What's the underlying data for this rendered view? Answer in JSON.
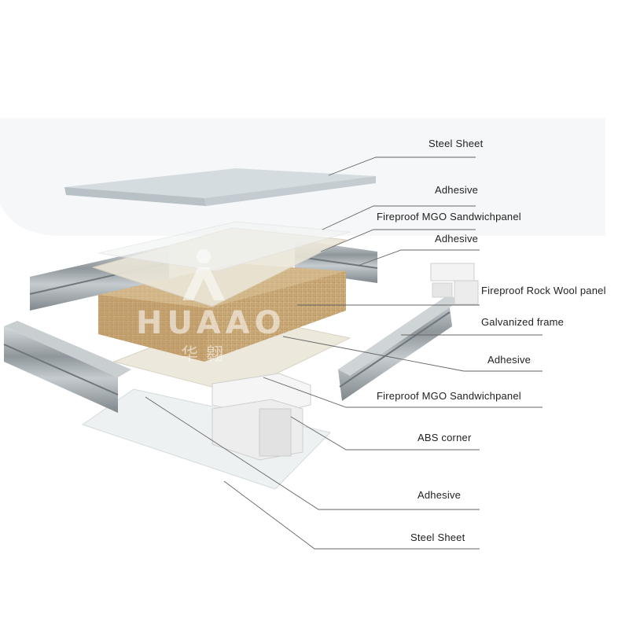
{
  "labels": {
    "steel_sheet_top": "Steel Sheet",
    "adhesive_1": "Adhesive",
    "mgo_top": "Fireproof MGO Sandwichpanel",
    "adhesive_2": "Adhesive",
    "rock_wool": "Fireproof Rock Wool panel",
    "galvanized_frame": "Galvanized frame",
    "adhesive_3": "Adhesive",
    "mgo_bottom": "Fireproof MGO Sandwichpanel",
    "abs_corner": "ABS corner",
    "adhesive_4": "Adhesive",
    "steel_sheet_bottom": "Steel Sheet"
  },
  "watermark": {
    "brand": "HUAAO",
    "chinese": "华翱"
  },
  "colors": {
    "steel_sheet": "#d9dfe2",
    "mgo": "#e7e2d4",
    "rock_wool": "#c9a777",
    "frame": "#a9b0b5",
    "abs": "#f2f2f2",
    "leader": "#666666"
  }
}
